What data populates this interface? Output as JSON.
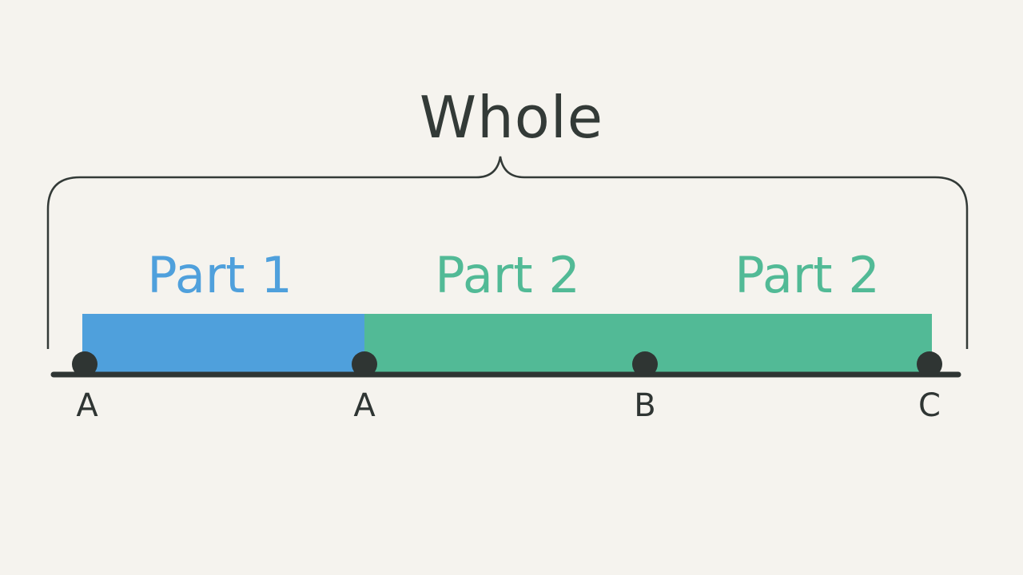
{
  "title": "Whole",
  "colors": {
    "background": "#f5f3ee",
    "part1": "#4fa0dc",
    "part2": "#52ba96",
    "axis": "#2f3533"
  },
  "parts": [
    {
      "label": "Part 1",
      "color": "#4fa0dc"
    },
    {
      "label": "Part 2",
      "color": "#52ba96"
    },
    {
      "label": "Part 2",
      "color": "#52ba96"
    }
  ],
  "points": [
    {
      "label": "A"
    },
    {
      "label": "A"
    },
    {
      "label": "B"
    },
    {
      "label": "C"
    }
  ]
}
